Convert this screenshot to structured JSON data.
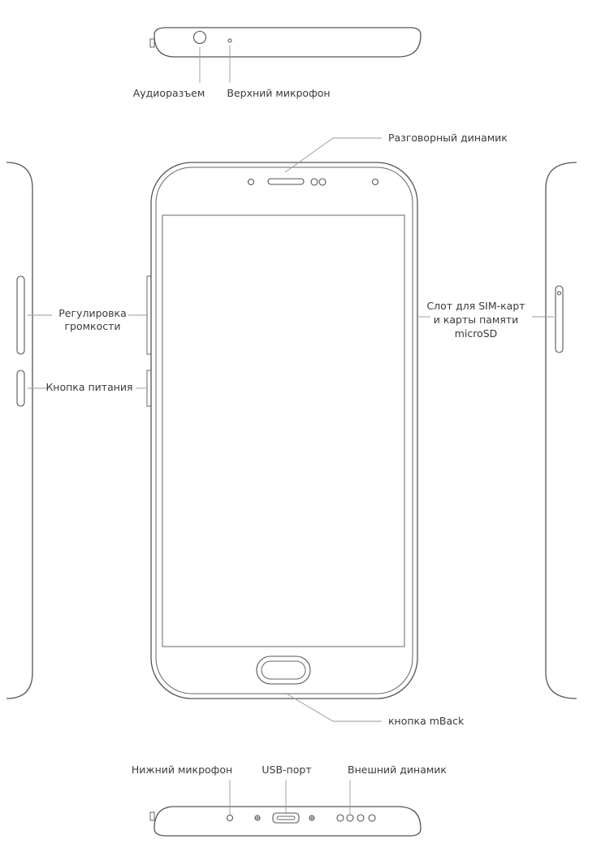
{
  "labels": {
    "audio_jack": "Аудиоразъем",
    "top_mic": "Верхний микрофон",
    "earpiece": "Разговорный динамик",
    "volume_line1": "Регулировка",
    "volume_line2": "громкости",
    "power_button": "Кнопка питания",
    "sim_line1": "Слот для SIM-карт",
    "sim_line2": "и карты памяти",
    "sim_line3": "microSD",
    "mback": "кнопка mBack",
    "bottom_mic": "Нижний микрофон",
    "usb_port": "USB-порт",
    "speaker": "Внешний динамик"
  },
  "colors": {
    "outline": "#555555",
    "leader": "#9a9a9a",
    "text": "#3a3a3a"
  }
}
